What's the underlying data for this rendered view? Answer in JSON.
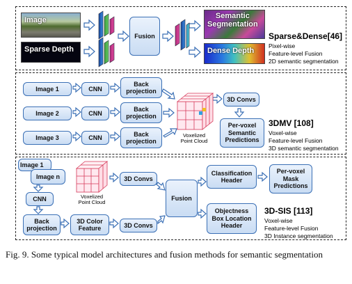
{
  "panel1": {
    "image_label": "Image",
    "sparse_label": "Sparse Depth",
    "fusion": "Fusion",
    "semantic_seg": "Semantic\nSegmentation",
    "dense_depth": "Dense Depth",
    "title": "Sparse&Dense[46]",
    "desc": [
      "Pixel-wise",
      "Feature-level Fusion",
      "2D semantic segmentation"
    ]
  },
  "panel2": {
    "images": [
      "Image 1",
      "Image 2",
      "Image 3"
    ],
    "cnn": "CNN",
    "back_projection": "Back\nprojection",
    "voxelized": "Voxelized\nPoint Cloud",
    "convs": "3D Convs",
    "pred": "Per-voxel\nSemantic\nPredictions",
    "title": "3DMV [108]",
    "desc": [
      "Voxel-wise",
      "Feature-level Fusion",
      "3D semantic segmentation"
    ]
  },
  "panel3": {
    "image1": "Image 1",
    "imagen": "Image n",
    "cnn": "CNN",
    "back_projection": "Back\nprojection",
    "color_feature": "3D Color\nFeature",
    "convs_top": "3D Convs",
    "convs_bottom": "3D Convs",
    "voxelized": "Voxelized\nPoint Cloud",
    "fusion": "Fusion",
    "class_header": "Classification\nHeader",
    "objectness": "Objectness\nBox Location\nHeader",
    "mask": "Per-voxel\nMask\nPredictions",
    "title": "3D-SIS [113]",
    "desc": [
      "Voxel-wise",
      "Feature-level Fusion",
      "3D Instance segmentation"
    ]
  },
  "caption": "Fig. 9.  Some typical model architectures and fusion methods for semantic segmentation",
  "colors": {
    "box_border": "#3a6fb5",
    "box_fill": "#c9dcf3",
    "red_cube": "#d63a5a"
  }
}
